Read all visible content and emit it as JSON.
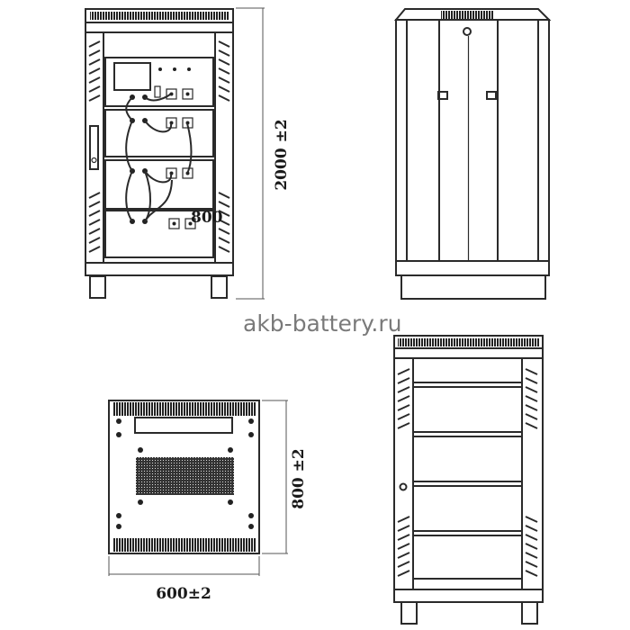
{
  "dimensions": {
    "height": "2000 ±2",
    "depth": "800 ±2",
    "width": "600±2",
    "inner_label": "800"
  },
  "watermark": "akb-battery.ru",
  "colors": {
    "line": "#2a2a2a",
    "vent": "#222222",
    "watermark": "#7a7a7a"
  }
}
